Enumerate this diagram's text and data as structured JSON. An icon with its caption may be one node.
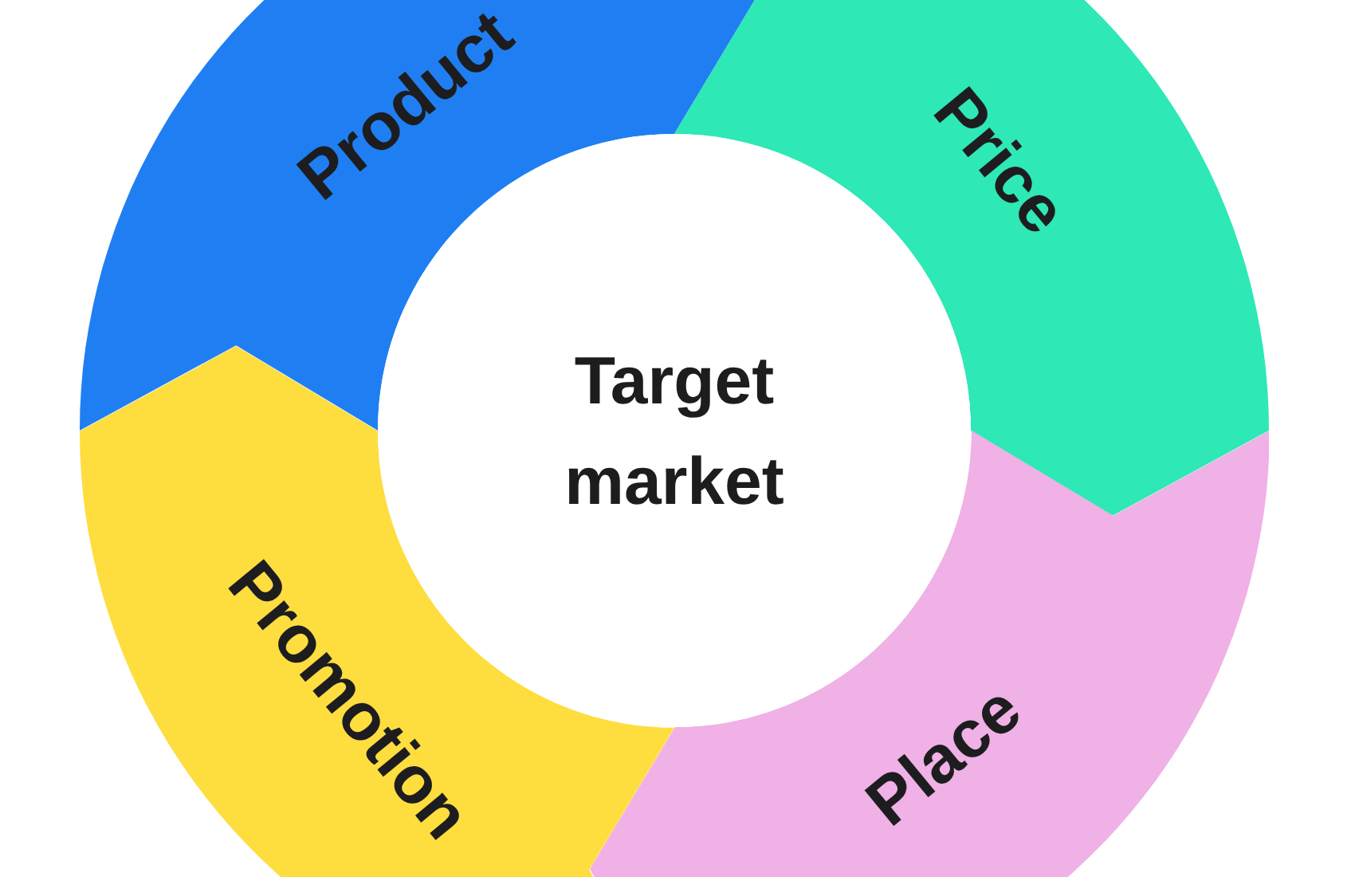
{
  "diagram": {
    "nodes": [
      {
        "text": [
          "Target market"
        ]
      },
      {
        "text": [
          "Product"
        ]
      },
      {
        "text": [
          "Price"
        ]
      },
      {
        "text": [
          "Place"
        ]
      },
      {
        "text": [
          "Promotion"
        ]
      }
    ]
  }
}
